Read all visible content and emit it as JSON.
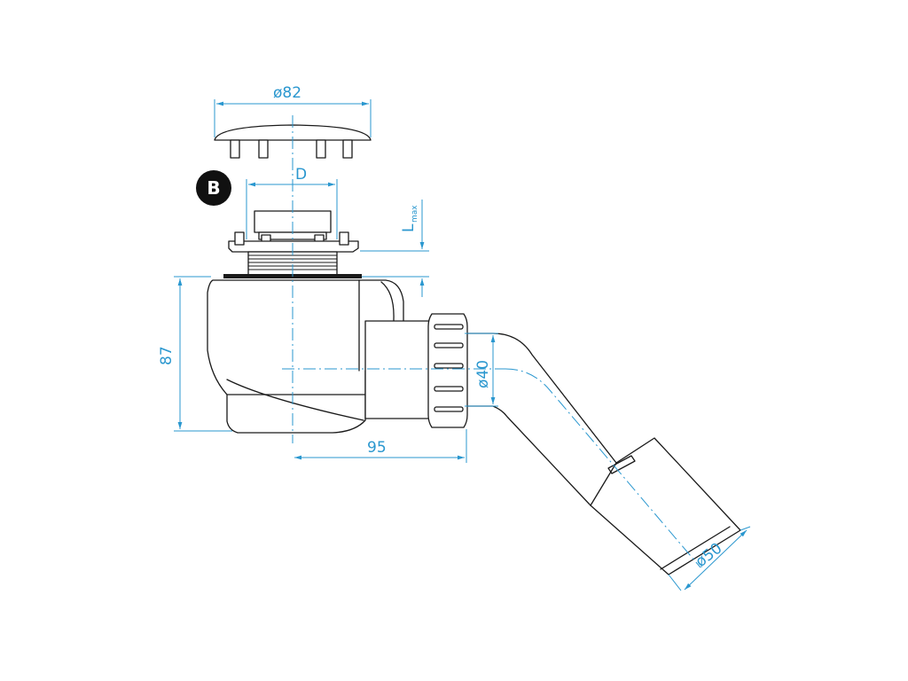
{
  "badge": {
    "label": "B",
    "color": "#111111"
  },
  "dimensions": {
    "cap_diameter": "ø82",
    "plug_diameter": "D",
    "l_max_main": "L",
    "l_max_sub": "max",
    "height": "87",
    "outlet_diameter": "ø40",
    "offset_width": "95",
    "pipe_diameter": "ø50"
  },
  "colors": {
    "dimension": "#2a97cf",
    "outline": "#1a1a1a"
  }
}
